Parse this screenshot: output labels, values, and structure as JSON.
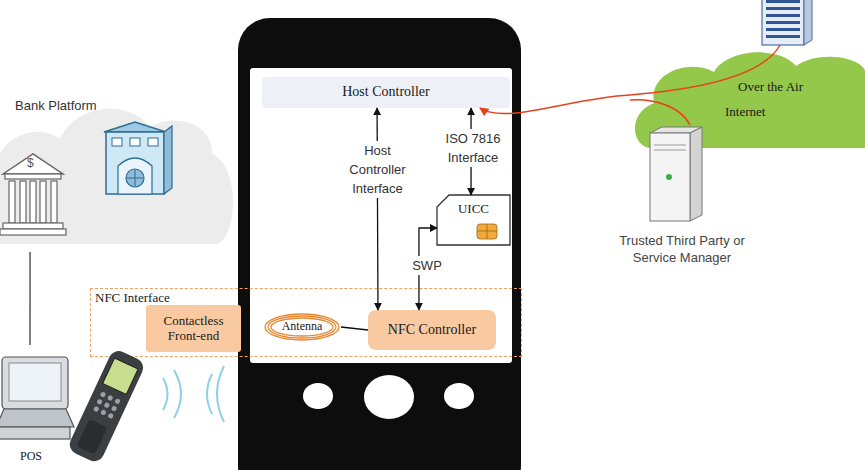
{
  "diagram": {
    "nodes": [
      {
        "text": [
          "Bank Platform"
        ]
      },
      {
        "text": [
          "Host Controller"
        ]
      },
      {
        "text": [
          "UICC"
        ]
      },
      {
        "text": [
          "NFC Interface"
        ]
      },
      {
        "text": [
          "Contactless Front-end"
        ],
        "in": 3
      },
      {
        "text": [
          "Antenna"
        ],
        "in": 3
      },
      {
        "text": [
          "NFC Controller"
        ],
        "in": 3
      },
      {
        "text": [
          "POS"
        ]
      },
      {
        "text": [
          "Over the Air",
          "Internet"
        ]
      },
      {
        "text": [
          "Trusted Third Party or Service Manager"
        ]
      }
    ],
    "edges": [
      {
        "from": 1,
        "to": 6,
        "label": "Host Controller Interface",
        "arrow": "both"
      },
      {
        "from": 1,
        "to": 2,
        "label": "ISO 7816 Interface",
        "arrow": "both"
      },
      {
        "from": 2,
        "to": 6,
        "label": "SWP",
        "arrow": "both"
      },
      {
        "from": 5,
        "to": 6,
        "arrow": "none"
      },
      {
        "from": 0,
        "to": 7,
        "arrow": "none"
      },
      {
        "from": 8,
        "to": 1,
        "arrow": "to"
      },
      {
        "from": 9,
        "to": 8,
        "arrow": "none"
      }
    ],
    "labels": [
      "$"
    ]
  }
}
